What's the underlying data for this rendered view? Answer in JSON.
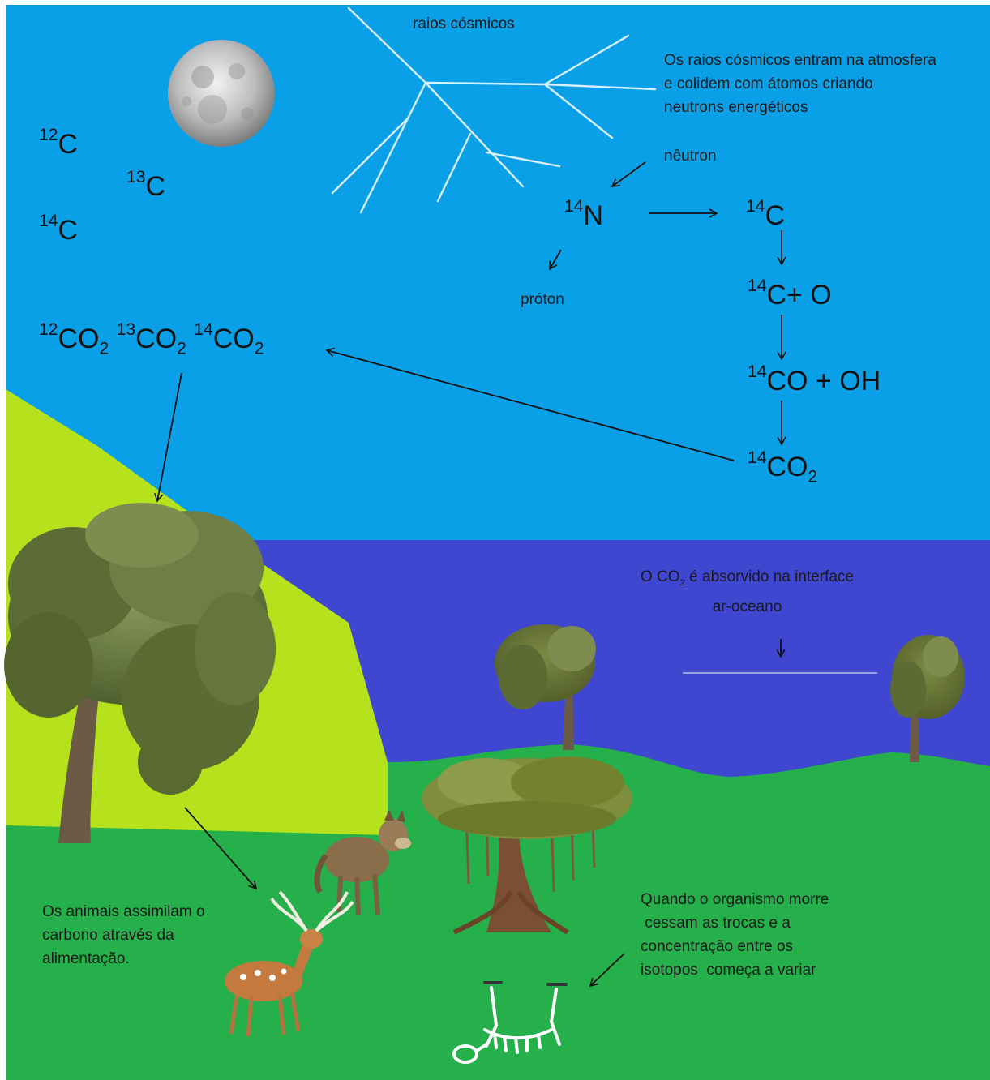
{
  "labels": {
    "cosmic_rays": "raios cósmicos",
    "cosmic_explanation": [
      "Os raios cósmicos entram na atmosfera",
      "e colidem  com átomos criando",
      "neutrons energéticos"
    ],
    "neutron": "nêutron",
    "proton": "próton",
    "ocean_absorption": {
      "before": "O CO",
      "sub": "2",
      "after": " é absorvido  na interface",
      "line2": "ar-oceano"
    },
    "animals": [
      "Os animais  assimilam o",
      "carbono  através da",
      "alimentação."
    ],
    "death": [
      "Quando o organismo morre",
      " cessam as trocas e a",
      "concentração entre os",
      "isotopos  começa a variar"
    ]
  },
  "isotopes": [
    {
      "mass": "12",
      "element": "C"
    },
    {
      "mass": "13",
      "element": "C"
    },
    {
      "mass": "14",
      "element": "C"
    }
  ],
  "atmospheric_co2": [
    {
      "mass": "12",
      "formula": "CO",
      "sub": "2"
    },
    {
      "mass": "13",
      "formula": "CO",
      "sub": "2"
    },
    {
      "mass": "14",
      "formula": "CO",
      "sub": "2"
    }
  ],
  "reaction": {
    "nitrogen": {
      "mass": "14",
      "symbol": "N"
    },
    "carbon": {
      "mass": "14",
      "symbol": "C"
    },
    "step_c_o": {
      "mass": "14",
      "text": "C+ O"
    },
    "step_co_oh": {
      "mass": "14",
      "text": "CO + OH"
    },
    "step_co2": {
      "mass": "14",
      "text": "CO",
      "sub": "2"
    }
  },
  "colors": {
    "sky": "#0aa0e8",
    "ocean": "#3f47d1",
    "hill": "#b5e21d",
    "ground": "#25b04b"
  }
}
